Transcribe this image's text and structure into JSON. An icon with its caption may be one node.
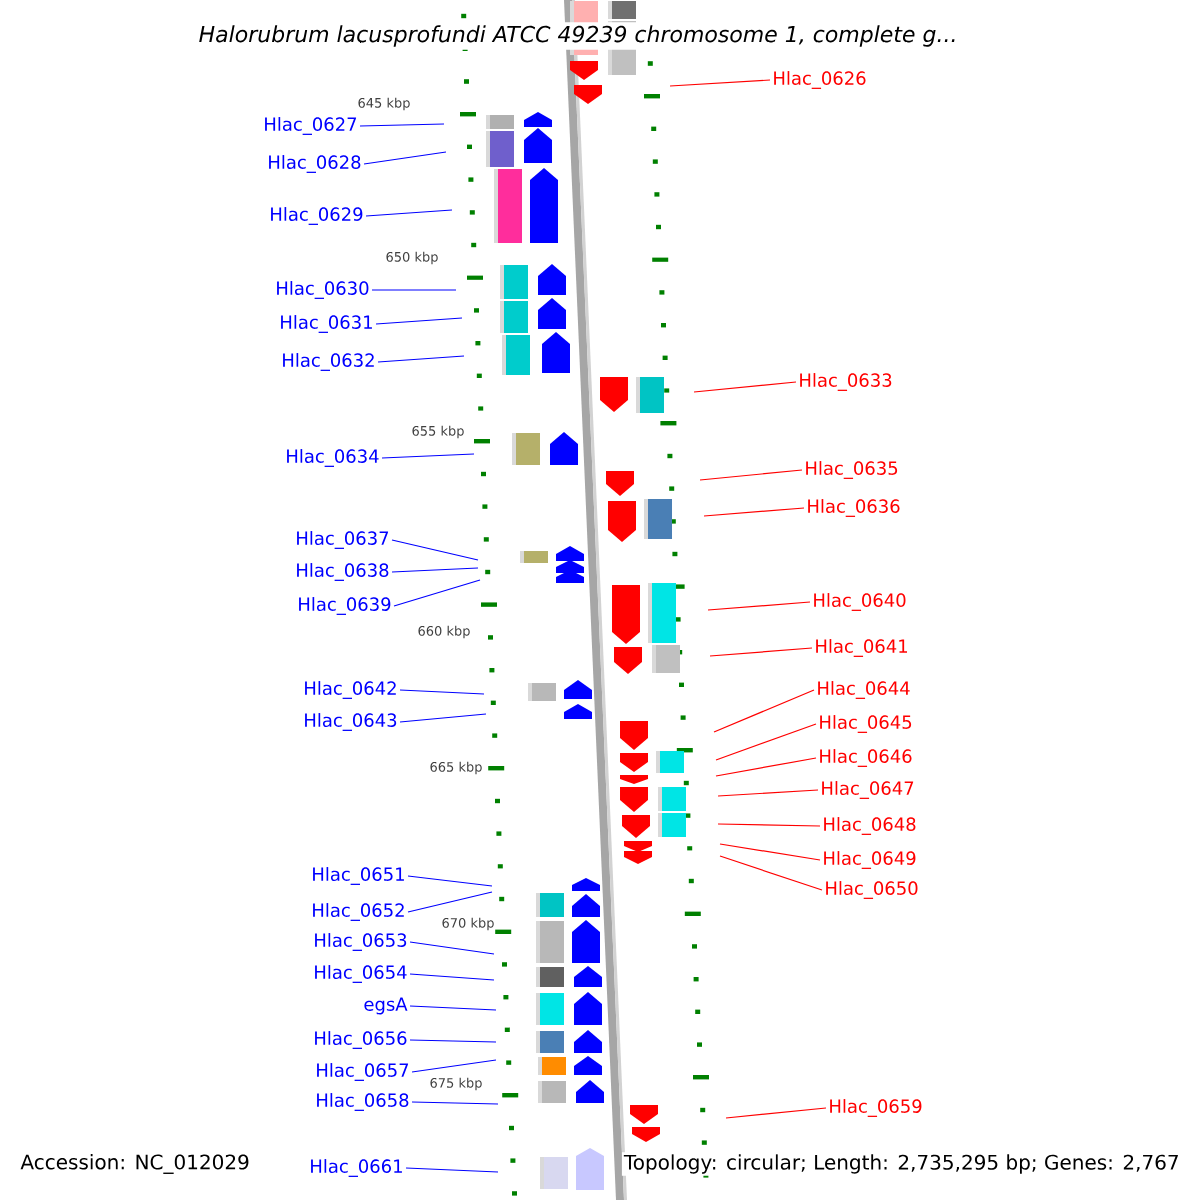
{
  "diagram": {
    "title": "Halorubrum lacusprofundi ATCC 49239 chromosome 1, complete g...",
    "nodes": [
      {
        "text": [
          "Hlac_0627"
        ]
      },
      {
        "text": [
          "Hlac_0628"
        ]
      },
      {
        "text": [
          "Hlac_0629"
        ]
      },
      {
        "text": [
          "Hlac_0630"
        ]
      },
      {
        "text": [
          "Hlac_0631"
        ]
      },
      {
        "text": [
          "Hlac_0632"
        ]
      },
      {
        "text": [
          "Hlac_0634"
        ]
      },
      {
        "text": [
          "Hlac_0637"
        ]
      },
      {
        "text": [
          "Hlac_0638"
        ]
      },
      {
        "text": [
          "Hlac_0639"
        ]
      },
      {
        "text": [
          "Hlac_0642"
        ]
      },
      {
        "text": [
          "Hlac_0643"
        ]
      },
      {
        "text": [
          "Hlac_0651"
        ]
      },
      {
        "text": [
          "Hlac_0652"
        ]
      },
      {
        "text": [
          "Hlac_0653"
        ]
      },
      {
        "text": [
          "Hlac_0654"
        ]
      },
      {
        "text": [
          "egsA"
        ]
      },
      {
        "text": [
          "Hlac_0656"
        ]
      },
      {
        "text": [
          "Hlac_0657"
        ]
      },
      {
        "text": [
          "Hlac_0658"
        ]
      },
      {
        "text": [
          "Hlac_0661"
        ]
      },
      {
        "text": [
          "Hlac_0626"
        ]
      },
      {
        "text": [
          "Hlac_0633"
        ]
      },
      {
        "text": [
          "Hlac_0635"
        ]
      },
      {
        "text": [
          "Hlac_0636"
        ]
      },
      {
        "text": [
          "Hlac_0640"
        ]
      },
      {
        "text": [
          "Hlac_0641"
        ]
      },
      {
        "text": [
          "Hlac_0644"
        ]
      },
      {
        "text": [
          "Hlac_0645"
        ]
      },
      {
        "text": [
          "Hlac_0646"
        ]
      },
      {
        "text": [
          "Hlac_0647"
        ]
      },
      {
        "text": [
          "Hlac_0648"
        ]
      },
      {
        "text": [
          "Hlac_0649"
        ]
      },
      {
        "text": [
          "Hlac_0650"
        ]
      },
      {
        "text": [
          "Hlac_0659"
        ]
      }
    ],
    "edges": [
      {
        "from": 0,
        "to": null,
        "arrow": "none"
      },
      {
        "from": 1,
        "to": null,
        "arrow": "none"
      },
      {
        "from": 2,
        "to": null,
        "arrow": "none"
      },
      {
        "from": 3,
        "to": null,
        "arrow": "none"
      },
      {
        "from": 4,
        "to": null,
        "arrow": "none"
      },
      {
        "from": 5,
        "to": null,
        "arrow": "none"
      },
      {
        "from": 6,
        "to": null,
        "arrow": "none"
      },
      {
        "from": 7,
        "to": null,
        "arrow": "none"
      },
      {
        "from": 8,
        "to": null,
        "arrow": "none"
      },
      {
        "from": 9,
        "to": null,
        "arrow": "none"
      },
      {
        "from": 10,
        "to": null,
        "arrow": "none"
      },
      {
        "from": 11,
        "to": null,
        "arrow": "none"
      },
      {
        "from": 12,
        "to": null,
        "arrow": "none"
      },
      {
        "from": 13,
        "to": null,
        "arrow": "none"
      },
      {
        "from": 14,
        "to": null,
        "arrow": "none"
      },
      {
        "from": 15,
        "to": null,
        "arrow": "none"
      },
      {
        "from": 16,
        "to": null,
        "arrow": "none"
      },
      {
        "from": 17,
        "to": null,
        "arrow": "none"
      },
      {
        "from": 18,
        "to": null,
        "arrow": "none"
      },
      {
        "from": 19,
        "to": null,
        "arrow": "none"
      },
      {
        "from": 20,
        "to": null,
        "arrow": "none"
      },
      {
        "from": 21,
        "to": null,
        "arrow": "none",
        "color": "#ff0000"
      },
      {
        "from": 22,
        "to": null,
        "arrow": "none",
        "color": "#ff0000"
      },
      {
        "from": 23,
        "to": null,
        "arrow": "none",
        "color": "#ff0000"
      },
      {
        "from": 24,
        "to": null,
        "arrow": "none",
        "color": "#ff0000"
      },
      {
        "from": 25,
        "to": null,
        "arrow": "none",
        "color": "#ff0000"
      },
      {
        "from": 26,
        "to": null,
        "arrow": "none",
        "color": "#ff0000"
      },
      {
        "from": 27,
        "to": null,
        "arrow": "none",
        "color": "#ff0000"
      },
      {
        "from": 28,
        "to": null,
        "arrow": "none",
        "color": "#ff0000"
      },
      {
        "from": 29,
        "to": null,
        "arrow": "none",
        "color": "#ff0000"
      },
      {
        "from": 30,
        "to": null,
        "arrow": "none",
        "color": "#ff0000"
      },
      {
        "from": 31,
        "to": null,
        "arrow": "none",
        "color": "#ff0000"
      },
      {
        "from": 32,
        "to": null,
        "arrow": "none",
        "color": "#ff0000"
      },
      {
        "from": 33,
        "to": null,
        "arrow": "none",
        "color": "#ff0000"
      },
      {
        "from": 34,
        "to": null,
        "arrow": "none",
        "color": "#ff0000"
      }
    ],
    "labels": [
      "645 kbp",
      "650 kbp",
      "655 kbp",
      "660 kbp",
      "665 kbp",
      "670 kbp",
      "675 kbp",
      "Accession: NC_012029",
      "Topology: circular; Length: 2,735,295 bp; Genes: 2,767"
    ]
  }
}
